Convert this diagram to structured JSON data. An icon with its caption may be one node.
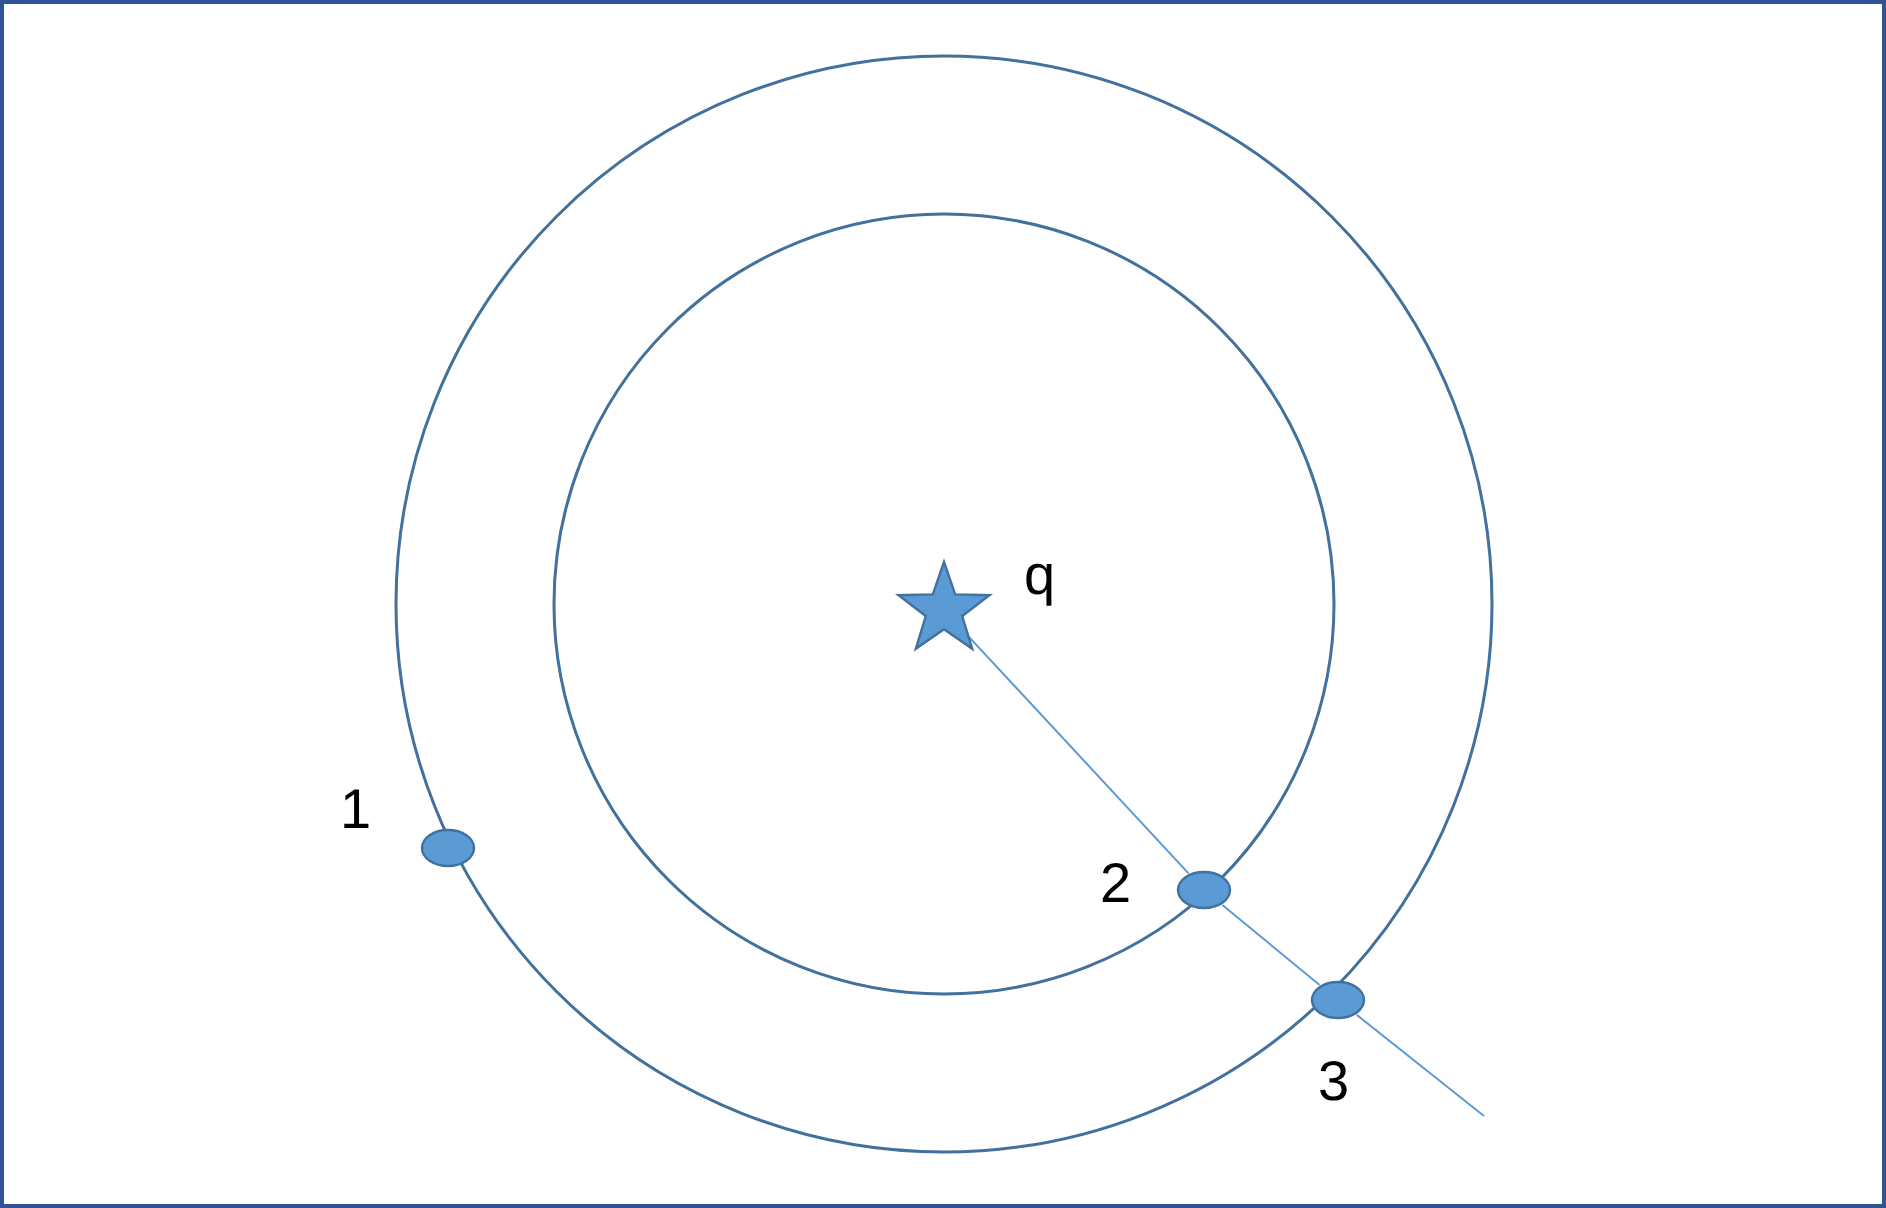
{
  "diagram": {
    "nodes": [
      {
        "text": [],
        "shape": "star",
        "beside": [
          "q"
        ]
      },
      {
        "text": [],
        "shape": "circle",
        "beside": [
          "1"
        ]
      },
      {
        "text": [],
        "shape": "circle",
        "beside": [
          "2"
        ]
      },
      {
        "text": [],
        "shape": "circle",
        "beside": [
          "3"
        ]
      }
    ],
    "edges": [
      {
        "from": 0,
        "to": 2,
        "arrow": "none"
      },
      {
        "from": 2,
        "to": 3,
        "arrow": "none"
      },
      {
        "from": 3,
        "to": null,
        "arrow": "none"
      }
    ]
  }
}
